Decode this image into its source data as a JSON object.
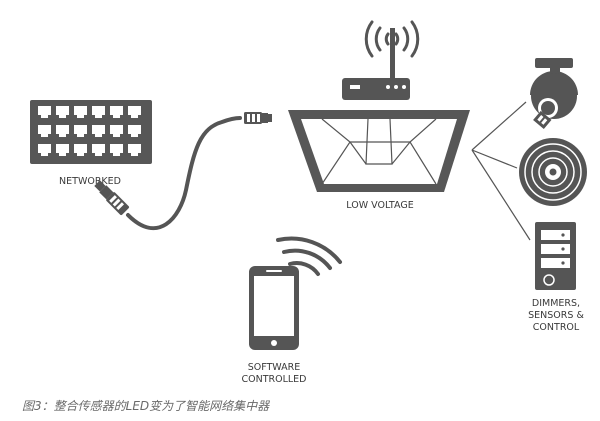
{
  "labels": {
    "networked": "NETWORKED",
    "low_voltage": "LOW VOLTAGE",
    "software_line1": "SOFTWARE",
    "software_line2": "CONTROLLED",
    "dimmers_line1": "DIMMERS,",
    "dimmers_line2": "SENSORS &",
    "dimmers_line3": "CONTROL"
  },
  "caption": "图3：整合传感器的LED变为了智能网络集中器",
  "colors": {
    "dark": "#555555",
    "light": "#ffffff",
    "text": "#3a3a3a",
    "caption": "#6a6a6a"
  },
  "icons": [
    "network-switch-icon",
    "ethernet-cable-icon",
    "wifi-router-icon",
    "led-fixture-icon",
    "smartphone-icon",
    "wireless-signal-icon",
    "security-camera-icon",
    "sensor-disc-icon",
    "dimmer-panel-icon"
  ]
}
